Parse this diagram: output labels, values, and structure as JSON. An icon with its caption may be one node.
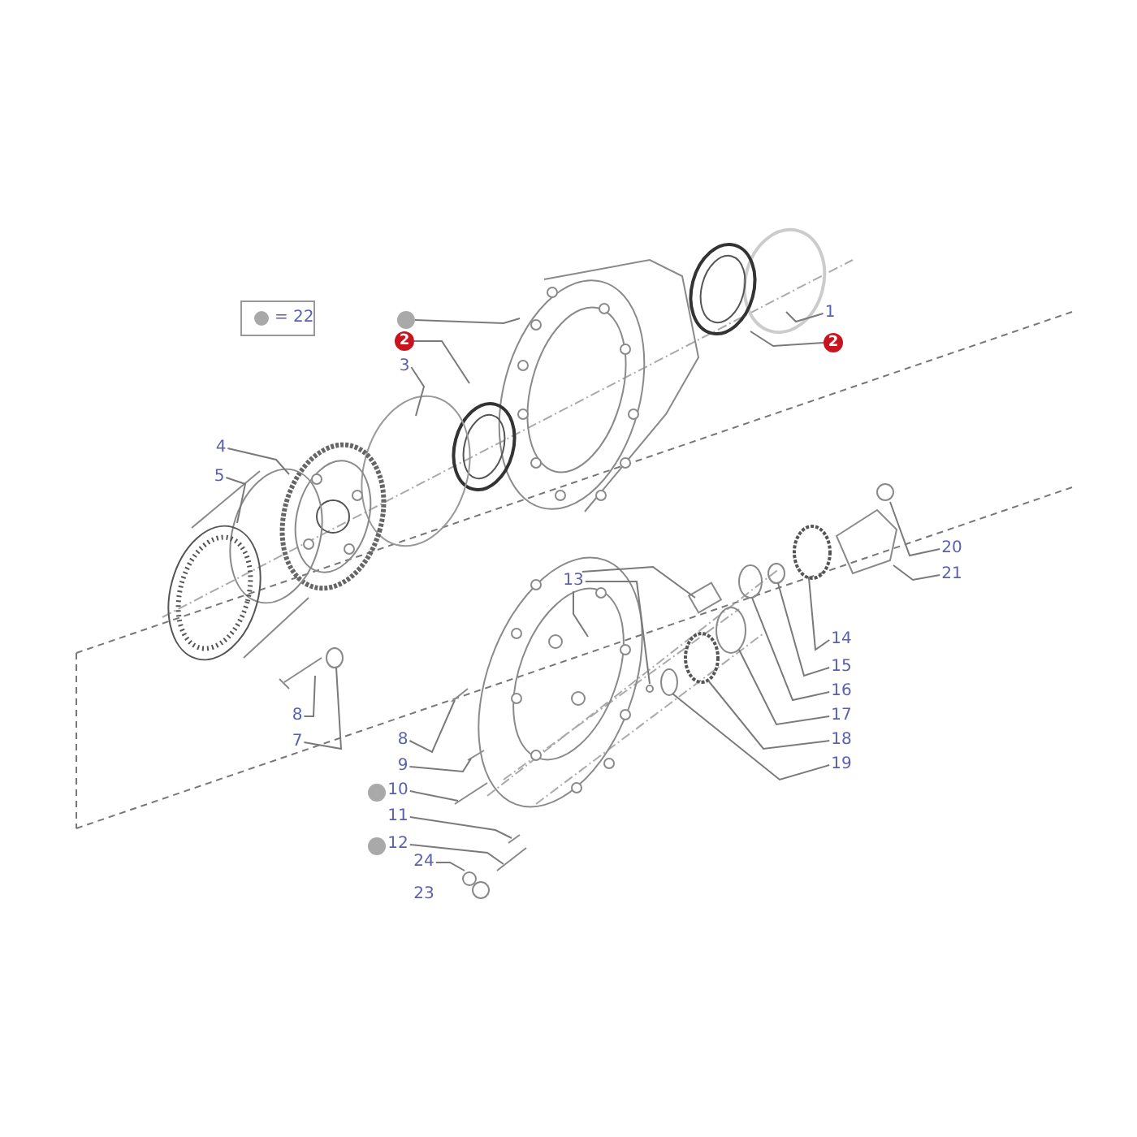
{
  "diagram": {
    "nodes": [
      {
        "text": [
          "= 22"
        ]
      },
      {
        "text": [],
        "shape": "circle"
      },
      {
        "text": [
          "2"
        ]
      },
      {
        "text": [
          "3"
        ]
      },
      {
        "text": [
          "1"
        ]
      },
      {
        "text": [
          "2"
        ]
      },
      {
        "text": [
          "4"
        ]
      },
      {
        "text": [
          "5"
        ]
      },
      {
        "text": [
          "13"
        ]
      },
      {
        "text": [
          "20"
        ]
      },
      {
        "text": [
          "21"
        ]
      },
      {
        "text": [
          "14"
        ]
      },
      {
        "text": [
          "15"
        ]
      },
      {
        "text": [
          "16"
        ]
      },
      {
        "text": [
          "17"
        ]
      },
      {
        "text": [
          "18"
        ]
      },
      {
        "text": [
          "19"
        ]
      },
      {
        "text": [
          "8"
        ]
      },
      {
        "text": [
          "7"
        ]
      },
      {
        "text": [
          "8"
        ]
      },
      {
        "text": [
          "9"
        ]
      },
      {
        "text": [
          "10"
        ]
      },
      {
        "text": [
          "11"
        ]
      },
      {
        "text": [
          "12"
        ]
      },
      {
        "text": [
          "24"
        ]
      },
      {
        "text": [
          "23"
        ]
      }
    ],
    "edges": [
      {
        "from": 1,
        "to": null,
        "arrow": "none"
      },
      {
        "from": 2,
        "to": null,
        "arrow": "none"
      },
      {
        "from": 3,
        "to": null,
        "arrow": "none"
      },
      {
        "from": 4,
        "to": null,
        "arrow": "none"
      },
      {
        "from": 5,
        "to": null,
        "arrow": "none"
      },
      {
        "from": 6,
        "to": null,
        "arrow": "none"
      },
      {
        "from": 7,
        "to": null,
        "arrow": "none"
      },
      {
        "from": 8,
        "to": null,
        "arrow": "none"
      },
      {
        "from": 8,
        "to": null,
        "arrow": "none"
      },
      {
        "from": 8,
        "to": null,
        "arrow": "none"
      },
      {
        "from": 9,
        "to": null,
        "arrow": "none"
      },
      {
        "from": 10,
        "to": null,
        "arrow": "none"
      },
      {
        "from": 11,
        "to": null,
        "arrow": "none"
      },
      {
        "from": 12,
        "to": null,
        "arrow": "none"
      },
      {
        "from": 13,
        "to": null,
        "arrow": "none"
      },
      {
        "from": 14,
        "to": null,
        "arrow": "none"
      },
      {
        "from": 15,
        "to": null,
        "arrow": "none"
      },
      {
        "from": 16,
        "to": null,
        "arrow": "none"
      },
      {
        "from": 17,
        "to": null,
        "arrow": "none"
      },
      {
        "from": 18,
        "to": null,
        "arrow": "none"
      },
      {
        "from": 19,
        "to": null,
        "arrow": "none"
      },
      {
        "from": 20,
        "to": null,
        "arrow": "none"
      },
      {
        "from": 21,
        "to": null,
        "arrow": "none"
      },
      {
        "from": 22,
        "to": null,
        "arrow": "none"
      },
      {
        "from": 23,
        "to": null,
        "arrow": "none"
      },
      {
        "from": 24,
        "to": null,
        "arrow": "none"
      }
    ]
  }
}
